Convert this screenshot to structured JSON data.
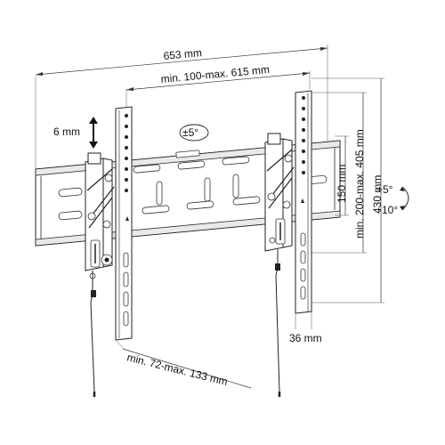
{
  "dimensions": {
    "total_width": "653 mm",
    "stud_spacing": "min. 100-max. 615 mm",
    "vertical_adjust": "6 mm",
    "tilt_symbol": "±5°",
    "plate_height": "150 mm",
    "bracket_range": "min. 200-max. 405 mm",
    "arm_height": "430 mm",
    "tilt_up": "+5°",
    "tilt_down": "-10°",
    "arm_width": "36 mm",
    "depth_range": "min. 72-max. 133 mm"
  },
  "colors": {
    "line": "#222222",
    "background": "#ffffff"
  }
}
